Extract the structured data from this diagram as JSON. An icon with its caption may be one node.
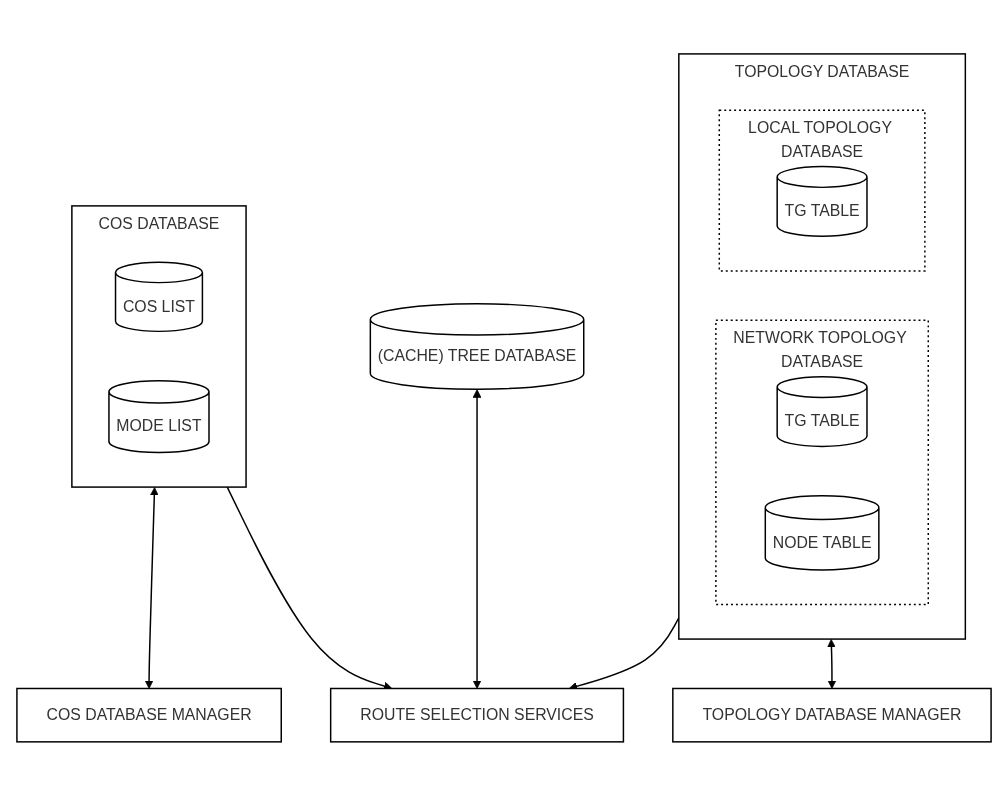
{
  "diagram": {
    "nodes": [
      {
        "text": [
          "TOPOLOGY DATABASE"
        ]
      },
      {
        "text": [
          "NETWORK TOPOLOGY DATABASE"
        ],
        "in": 0
      },
      {
        "text": [
          "TG TABLE"
        ],
        "in": 1
      },
      {
        "text": [
          "NODE TABLE"
        ],
        "in": 1
      },
      {
        "text": [
          "LOCAL TOPOLOGY DATABASE"
        ],
        "in": 0
      },
      {
        "text": [
          "TG TABLE"
        ],
        "in": 4
      },
      {
        "text": [
          "COS DATABASE"
        ]
      },
      {
        "text": [
          "COS LIST"
        ],
        "in": 6
      },
      {
        "text": [
          "MODE LIST"
        ],
        "in": 6
      },
      {
        "text": [
          "(CACHE) TREE DATABASE"
        ]
      },
      {
        "text": [
          "TOPOLOGY DATABASE MANAGER"
        ]
      },
      {
        "text": [
          "ROUTE SELECTION SERVICES"
        ]
      },
      {
        "text": [
          "COS DATABASE MANAGER"
        ]
      }
    ],
    "edges": [
      {
        "from": 0,
        "to": 10,
        "arrow": "both"
      },
      {
        "from": 0,
        "to": 11,
        "arrow": "to"
      },
      {
        "from": 9,
        "to": 11,
        "arrow": "both"
      },
      {
        "from": 6,
        "to": 11,
        "arrow": "to"
      },
      {
        "from": 6,
        "to": 12,
        "arrow": "both"
      }
    ]
  }
}
